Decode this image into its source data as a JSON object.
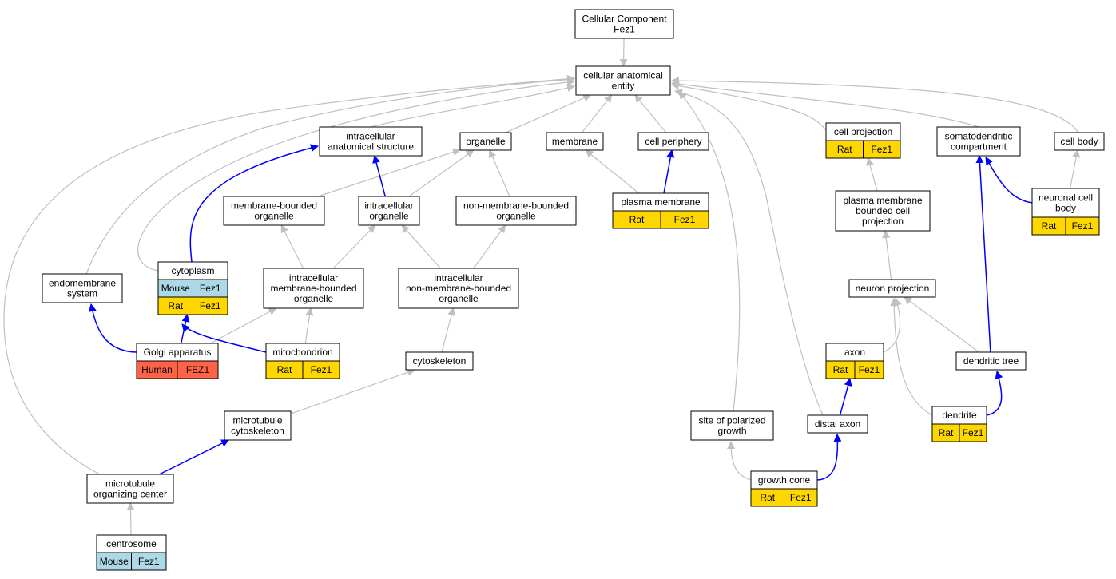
{
  "colors": {
    "edge_gray": "#c0c0c0",
    "edge_blue": "#0000ff",
    "mouse": "#add8e6",
    "rat": "#ffd700",
    "human": "#ff6347"
  },
  "nodes": {
    "root": {
      "lines": [
        "Cellular Component",
        "Fez1"
      ]
    },
    "cae": {
      "lines": [
        "cellular anatomical",
        "entity"
      ]
    },
    "ias": {
      "lines": [
        "intracellular",
        "anatomical structure"
      ]
    },
    "organelle": {
      "lines": [
        "organelle"
      ]
    },
    "membrane": {
      "lines": [
        "membrane"
      ]
    },
    "cellperiph": {
      "lines": [
        "cell periphery"
      ]
    },
    "cellproj": {
      "lines": [
        "cell projection"
      ],
      "tags": [
        {
          "species": "Rat",
          "gene": "Fez1"
        }
      ]
    },
    "somato": {
      "lines": [
        "somatodendritic",
        "compartment"
      ]
    },
    "cellbody": {
      "lines": [
        "cell body"
      ]
    },
    "mbo": {
      "lines": [
        "membrane-bounded",
        "organelle"
      ]
    },
    "io": {
      "lines": [
        "intracellular",
        "organelle"
      ]
    },
    "nmbo": {
      "lines": [
        "non-membrane-bounded",
        "organelle"
      ]
    },
    "pm": {
      "lines": [
        "plasma membrane"
      ],
      "tags": [
        {
          "species": "Rat",
          "gene": "Fez1"
        }
      ]
    },
    "pmbcp": {
      "lines": [
        "plasma membrane",
        "bounded cell",
        "projection"
      ]
    },
    "ncb": {
      "lines": [
        "neuronal cell",
        "body"
      ],
      "tags": [
        {
          "species": "Rat",
          "gene": "Fez1"
        }
      ]
    },
    "cytoplasm": {
      "lines": [
        "cytoplasm"
      ],
      "tags": [
        {
          "species": "Mouse",
          "gene": "Fez1"
        },
        {
          "species": "Rat",
          "gene": "Fez1"
        }
      ]
    },
    "endo": {
      "lines": [
        "endomembrane",
        "system"
      ]
    },
    "imbo": {
      "lines": [
        "intracellular",
        "membrane-bounded",
        "organelle"
      ]
    },
    "inmbo": {
      "lines": [
        "intracellular",
        "non-membrane-bounded",
        "organelle"
      ]
    },
    "np": {
      "lines": [
        "neuron projection"
      ]
    },
    "golgi": {
      "lines": [
        "Golgi apparatus"
      ],
      "tags": [
        {
          "species": "Human",
          "gene": "FEZ1"
        }
      ]
    },
    "mito": {
      "lines": [
        "mitochondrion"
      ],
      "tags": [
        {
          "species": "Rat",
          "gene": "Fez1"
        }
      ]
    },
    "cytosk": {
      "lines": [
        "cytoskeleton"
      ]
    },
    "axon": {
      "lines": [
        "axon"
      ],
      "tags": [
        {
          "species": "Rat",
          "gene": "Fez1"
        }
      ]
    },
    "dtree": {
      "lines": [
        "dendritic tree"
      ]
    },
    "mtcs": {
      "lines": [
        "microtubule",
        "cytoskeleton"
      ]
    },
    "spg": {
      "lines": [
        "site of polarized",
        "growth"
      ]
    },
    "daxon": {
      "lines": [
        "distal axon"
      ]
    },
    "dendrite": {
      "lines": [
        "dendrite"
      ],
      "tags": [
        {
          "species": "Rat",
          "gene": "Fez1"
        }
      ]
    },
    "mtoc": {
      "lines": [
        "microtubule",
        "organizing center"
      ]
    },
    "gcone": {
      "lines": [
        "growth cone"
      ],
      "tags": [
        {
          "species": "Rat",
          "gene": "Fez1"
        }
      ]
    },
    "centro": {
      "lines": [
        "centrosome"
      ],
      "tags": [
        {
          "species": "Mouse",
          "gene": "Fez1"
        }
      ]
    }
  }
}
